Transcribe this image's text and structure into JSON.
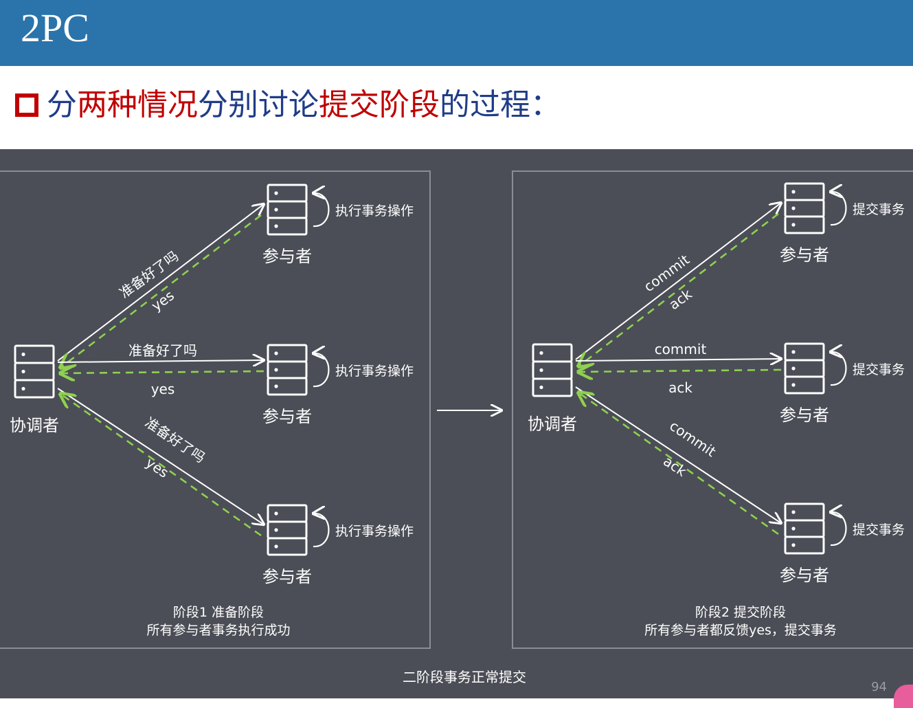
{
  "header": {
    "title": "2PC"
  },
  "subtitle": {
    "bullet_icon": "hollow-square-icon",
    "segments": [
      {
        "text": "分",
        "color": "blue"
      },
      {
        "text": "两种情况",
        "color": "red"
      },
      {
        "text": "分别讨论",
        "color": "blue"
      },
      {
        "text": "提交阶段",
        "color": "red"
      },
      {
        "text": "的过程：",
        "color": "blue"
      }
    ]
  },
  "diagram": {
    "caption": "二阶段事务正常提交",
    "page_number": "94",
    "phase1": {
      "coordinator_label": "协调者",
      "participant_label": "参与者",
      "action_label": "执行事务操作",
      "request_label": "准备好了吗",
      "response_label": "yes",
      "footer_line1": "阶段1 准备阶段",
      "footer_line2": "所有参与者事务执行成功"
    },
    "phase2": {
      "coordinator_label": "协调者",
      "participant_label": "参与者",
      "action_label": "提交事务",
      "request_label": "commit",
      "response_label": "ack",
      "footer_line1": "阶段2 提交阶段",
      "footer_line2": "所有参与者都反馈yes，提交事务"
    }
  },
  "colors": {
    "header_bg": "#2b74ab",
    "diagram_bg": "#4b4e56",
    "text_red": "#c00000",
    "text_blue": "#1f3c88",
    "ack_arrow": "#8fd14f",
    "request_arrow": "#ffffff"
  }
}
